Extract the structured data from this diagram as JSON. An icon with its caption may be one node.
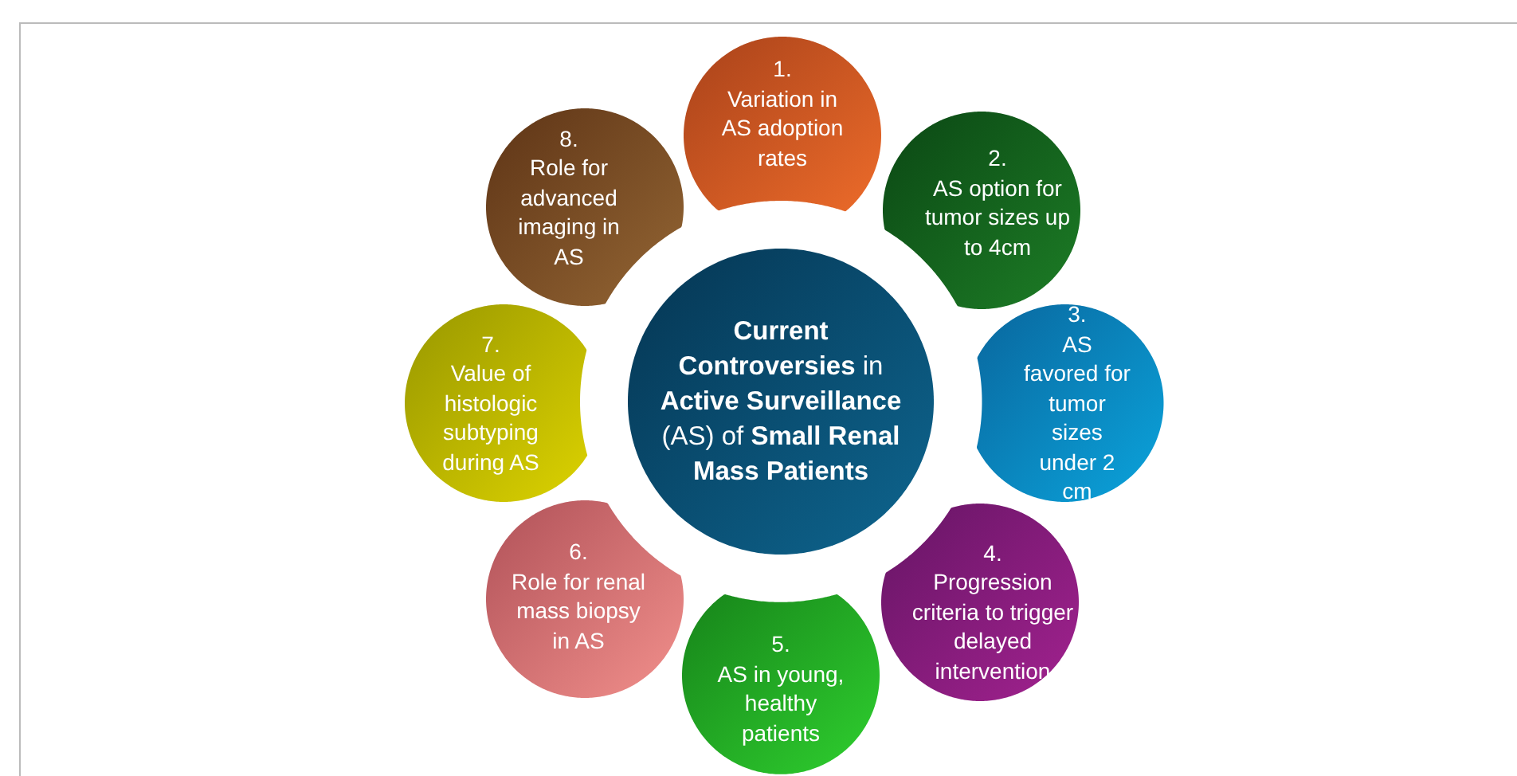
{
  "diagram": {
    "nodes": [
      {
        "text": [
          "**Current Controversies** in **Active Surveillance** (AS) of **Small Renal Mass Patients**"
        ]
      },
      {
        "text": [
          "1.",
          "Variation in AS adoption rates"
        ]
      },
      {
        "text": [
          "2.",
          "AS option for tumor sizes up to 4cm"
        ]
      },
      {
        "text": [
          "3.",
          "AS favored for tumor sizes under 2 cm"
        ]
      },
      {
        "text": [
          "4.",
          "Progression criteria to trigger delayed intervention"
        ]
      },
      {
        "text": [
          "5.",
          "AS in young, healthy patients"
        ]
      },
      {
        "text": [
          "6.",
          "Role for renal mass biopsy in AS"
        ]
      },
      {
        "text": [
          "7.",
          "Value of histologic subtyping during AS"
        ]
      },
      {
        "text": [
          "8.",
          "Role for advanced imaging in AS"
        ]
      }
    ]
  }
}
